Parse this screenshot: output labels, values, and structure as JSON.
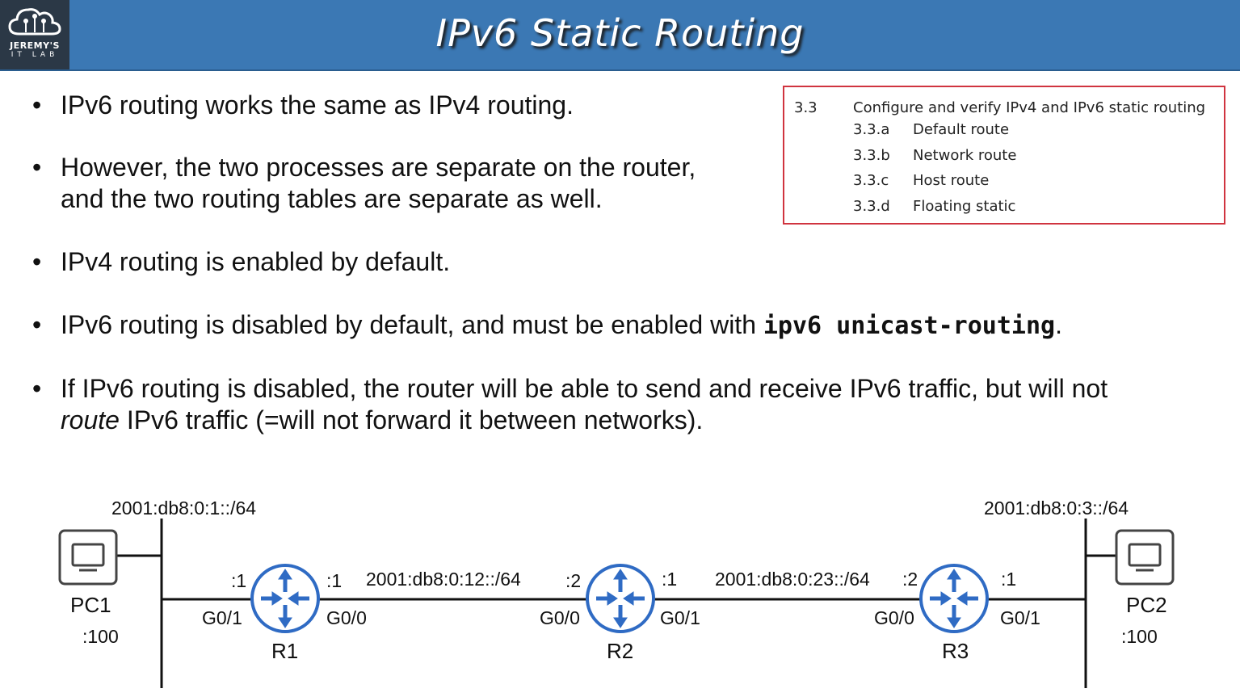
{
  "header": {
    "title": "IPv6 Static Routing",
    "logo_line1": "JEREMY'S",
    "logo_line2": "IT LAB"
  },
  "bullets": [
    "IPv6 routing works the same as IPv4 routing.",
    "However, the two processes are separate on the router,",
    "and the two routing tables are separate as well.",
    "IPv4 routing is enabled by default.",
    "IPv6 routing is disabled by default, and must be enabled with ",
    "ipv6 unicast-routing",
    ".",
    "If IPv6 routing is disabled, the router will be able to send and receive IPv6 traffic, but will not",
    "route",
    " IPv6 traffic (=will not forward it between networks)."
  ],
  "exam_topics": {
    "main_num": "3.3",
    "main_text": "Configure and verify IPv4 and IPv6 static routing",
    "items": [
      {
        "num": "3.3.a",
        "text": "Default route"
      },
      {
        "num": "3.3.b",
        "text": "Network route"
      },
      {
        "num": "3.3.c",
        "text": "Host route"
      },
      {
        "num": "3.3.d",
        "text": "Floating static"
      }
    ]
  },
  "diagram": {
    "net_left": "2001:db8:0:1::/64",
    "net_right": "2001:db8:0:3::/64",
    "net_r1r2": "2001:db8:0:12::/64",
    "net_r2r3": "2001:db8:0:23::/64",
    "pc1": {
      "name": "PC1",
      "addr": ":100"
    },
    "pc2": {
      "name": "PC2",
      "addr": ":100"
    },
    "r1": {
      "name": "R1",
      "left_addr": ":1",
      "left_if": "G0/1",
      "right_addr": ":1",
      "right_if": "G0/0"
    },
    "r2": {
      "name": "R2",
      "left_addr": ":2",
      "left_if": "G0/0",
      "right_addr": ":1",
      "right_if": "G0/1"
    },
    "r3": {
      "name": "R3",
      "left_addr": ":2",
      "left_if": "G0/0",
      "right_addr": ":1",
      "right_if": "G0/1"
    },
    "router_color": "#2f6bc4",
    "exam_border_color": "#d0343f",
    "header_color": "#3b78b4"
  }
}
